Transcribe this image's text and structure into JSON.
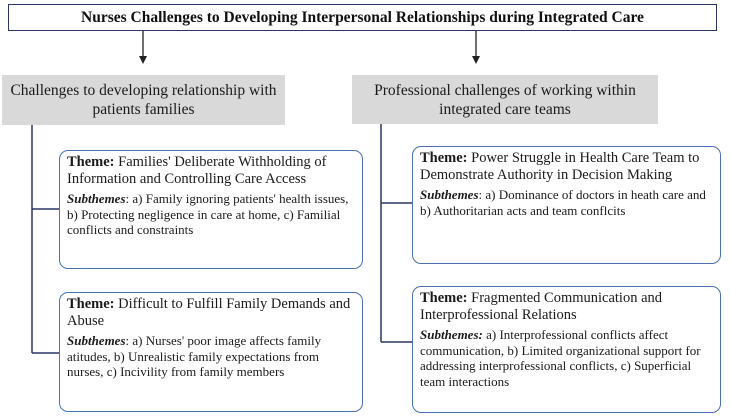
{
  "title": "Nurses Challenges to Developing Interpersonal Relationships during Integrated Care",
  "categories": [
    {
      "label": "Challenges to developing relationship with patients families",
      "themes": [
        {
          "theme_label": "Theme:",
          "theme": "Families' Deliberate Withholding of Information and Controlling Care Access",
          "subthemes_label": "Subthemes",
          "subthemes": ": a) Family ignoring patients' health issues, b) Protecting negligence in care at home, c) Familial conflicts and constraints"
        },
        {
          "theme_label": "Theme:",
          "theme": "Difficult to Fulfill Family Demands and Abuse",
          "subthemes_label": "Subthemes",
          "subthemes": ": a) Nurses' poor image affects family atitudes, b) Unrealistic family expectations from nurses, c) Incivility from family members"
        }
      ]
    },
    {
      "label": "Professional challenges of working within integrated care teams",
      "themes": [
        {
          "theme_label": "Theme:",
          "theme": "Power Struggle in Health Care Team to Demonstrate Authority in Decision Making",
          "subthemes_label": "Subthemes",
          "subthemes": ": a) Dominance of doctors in heath care and b) Authoritarian acts and team conflcits"
        },
        {
          "theme_label": "Theme:",
          "theme": "Fragmented Communication and Interprofessional Relations",
          "subthemes_label": "Subthemes:",
          "subthemes": " a) Interprofessional conflicts affect communication, b) Limited organizational support for addressing interprofessional conflicts, c) Superficial team interactions"
        }
      ]
    }
  ]
}
